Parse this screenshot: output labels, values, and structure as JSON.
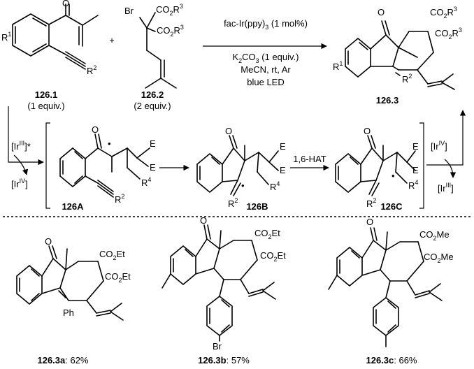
{
  "reaction": {
    "compound_1": "126.1",
    "compound_1_eq": "(1 equiv.)",
    "plus": "+",
    "compound_2": "126.2",
    "compound_2_eq": "(2 equiv.)",
    "product": "126.3",
    "conditions": [
      "fac-Ir(ppy)3 (1 mol%)",
      "K2CO3 (1 equiv.)",
      "MeCN, rt, Ar",
      "blue LED"
    ]
  },
  "substituent_labels": {
    "R1": "R1",
    "R2": "R2",
    "R3": "R3",
    "R4": "R4",
    "E": "E",
    "Br": "Br",
    "O": "O",
    "Ph": "Ph",
    "CO2R3": "CO2R3",
    "CO2Et": "CO2Et",
    "CO2Me": "CO2Me"
  },
  "mechanism": {
    "catalyst_excited": "[IrIII]*",
    "catalyst_oxidized": "[IrIV]",
    "catalyst_ground": "[IrIII]",
    "intermediate_a": "126A",
    "intermediate_b": "126B",
    "intermediate_c": "126C",
    "step_label": "1,6-HAT"
  },
  "examples": [
    {
      "id": "126.3a",
      "yield": ": 62%"
    },
    {
      "id": "126.3b",
      "yield": ": 57%"
    },
    {
      "id": "126.3c",
      "yield": ": 66%"
    }
  ]
}
